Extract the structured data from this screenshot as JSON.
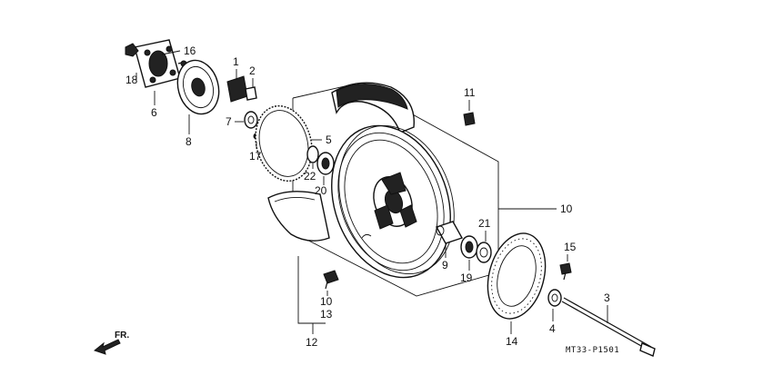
{
  "diagram": {
    "part_labels": [
      "1",
      "2",
      "3",
      "4",
      "5",
      "6",
      "7",
      "8",
      "9",
      "10",
      "11",
      "12",
      "13",
      "14",
      "15",
      "16",
      "17",
      "18",
      "19",
      "20",
      "21",
      "22"
    ],
    "callout_10_lower": "10",
    "direction_label": "FR.",
    "drawing_code": "MT33-P1501"
  }
}
